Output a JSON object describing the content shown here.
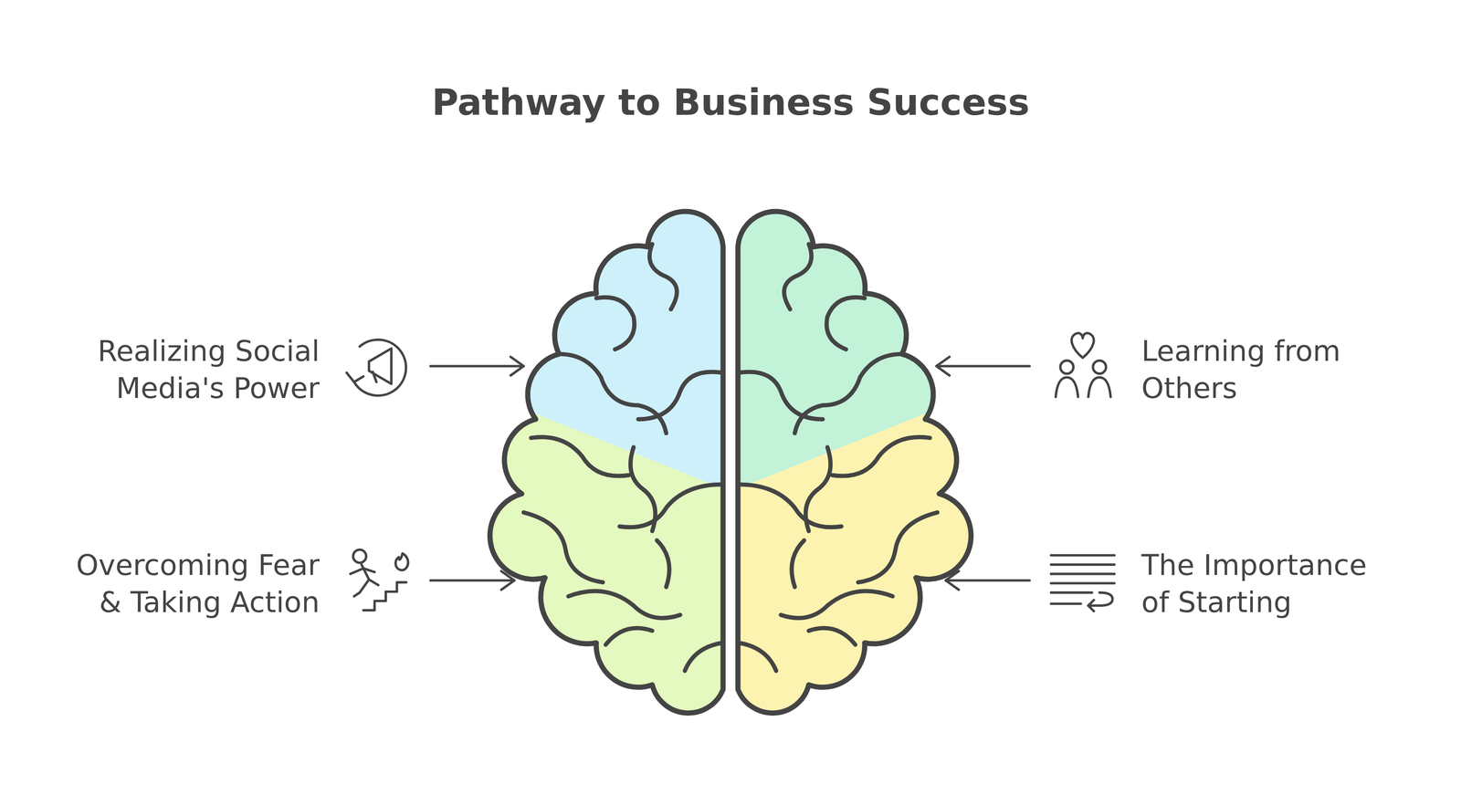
{
  "diagram": {
    "title": "Pathway to Business Success",
    "labels": [
      "Realizing Social Media's Power",
      "Learning from Others",
      "Overcoming Fear & Taking Action",
      "The Importance of Starting"
    ]
  }
}
